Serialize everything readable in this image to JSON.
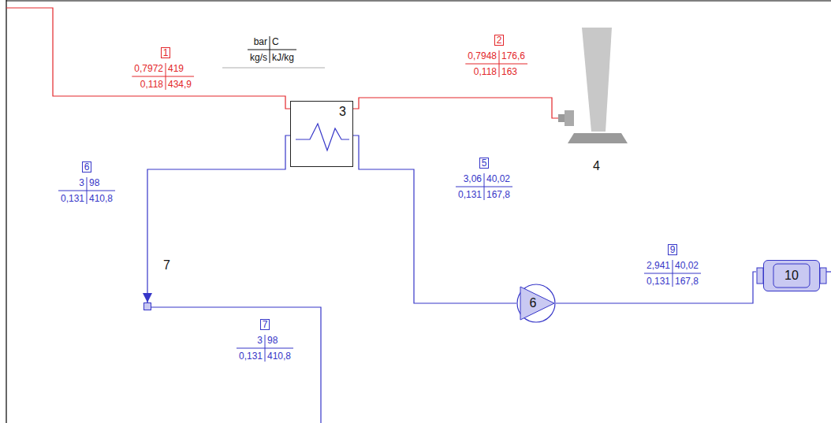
{
  "diagram": {
    "nodes": [
      {
        "text": [
          "3"
        ]
      },
      {
        "text": [
          "4"
        ]
      },
      {
        "text": [
          "7"
        ]
      },
      {
        "text": [
          "6"
        ]
      },
      {
        "text": [
          "10"
        ]
      }
    ],
    "edges": [
      {
        "from": 0,
        "to": 1,
        "arrow": "none"
      },
      {
        "from": 0,
        "to": 2,
        "arrow": "to"
      },
      {
        "from": 3,
        "to": 0,
        "arrow": "none"
      },
      {
        "from": 4,
        "to": 3,
        "arrow": "none"
      }
    ],
    "labels": [
      "bar",
      "C",
      "kg/s",
      "kJ/kg",
      "1",
      "0,7972",
      "419",
      "0,118",
      "434,9",
      "2",
      "0,7948",
      "176,6",
      "0,118",
      "163",
      "6",
      "3",
      "98",
      "0,131",
      "410,8",
      "5",
      "3,06",
      "40,02",
      "0,131",
      "167,8",
      "9",
      "2,941",
      "40,02",
      "0,131",
      "167,8",
      "7",
      "3",
      "98",
      "0,131",
      "410,8"
    ]
  }
}
